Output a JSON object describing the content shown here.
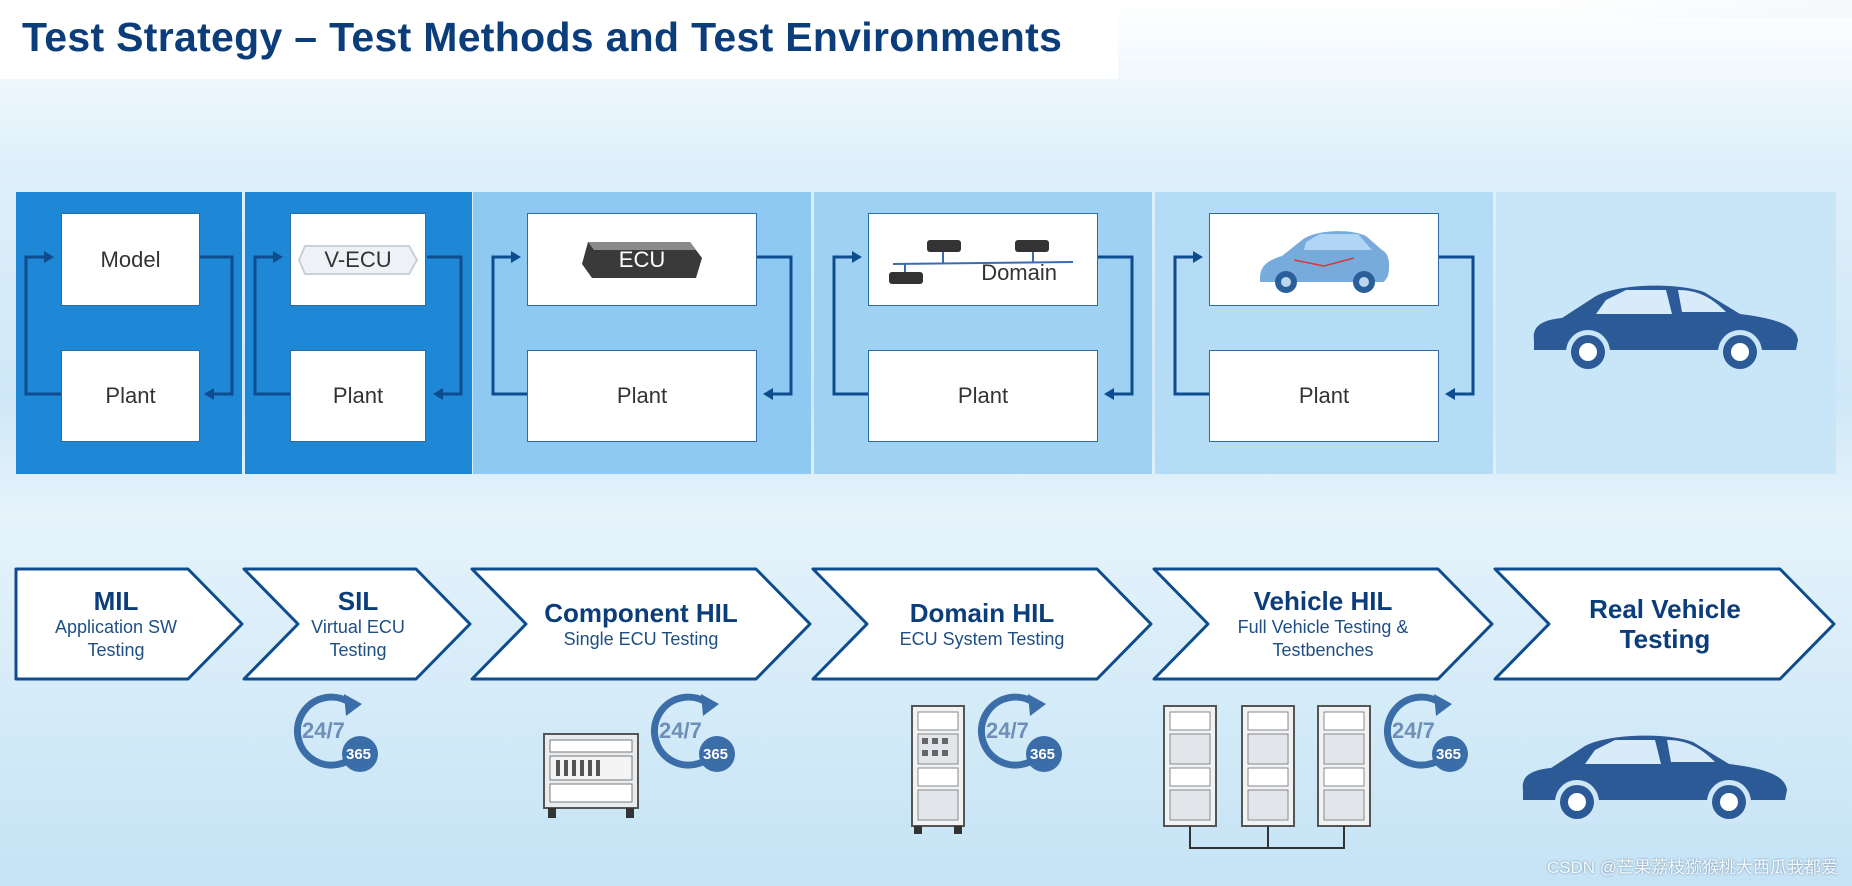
{
  "title": "Test Strategy – Test Methods and Test Environments",
  "colors": {
    "title": "#0a3d7a",
    "stage_dark": "#1e88d6",
    "stage_mid": "#8ec9f1",
    "stage_light": "#b5dcf6",
    "stage_pale": "#c9e6f8",
    "line": "#0d4d8f",
    "car": "#2b5a96"
  },
  "environments": [
    {
      "top_label": "Model",
      "bottom_label": "Plant",
      "top_icon": "model-box"
    },
    {
      "top_label": "V-ECU",
      "bottom_label": "Plant",
      "top_icon": "virtual-ecu"
    },
    {
      "top_label": "ECU",
      "bottom_label": "Plant",
      "top_icon": "ecu-unit"
    },
    {
      "top_label": "Domain",
      "bottom_label": "Plant",
      "top_icon": "domain-network"
    },
    {
      "top_label": "",
      "bottom_label": "Plant",
      "top_icon": "transparent-vehicle"
    },
    {
      "top_label": "",
      "bottom_label": "",
      "top_icon": "car-silhouette"
    }
  ],
  "methods": [
    {
      "name": "MIL",
      "sub": [
        "Application SW",
        "Testing"
      ]
    },
    {
      "name": "SIL",
      "sub": [
        "Virtual ECU",
        "Testing"
      ]
    },
    {
      "name": "Component HIL",
      "sub": [
        "Single ECU Testing"
      ]
    },
    {
      "name": "Domain HIL",
      "sub": [
        "ECU System Testing"
      ]
    },
    {
      "name": "Vehicle HIL",
      "sub": [
        "Full Vehicle Testing  &",
        "Testbenches"
      ]
    },
    {
      "name": "Real Vehicle",
      "sub": [
        "Testing"
      ]
    }
  ],
  "badges": {
    "top": "24/7",
    "bottom": "365",
    "icon": "continuous-cycle-icon"
  },
  "watermark": "CSDN @芒果荔枝猕猴桃大西瓜我都爱"
}
